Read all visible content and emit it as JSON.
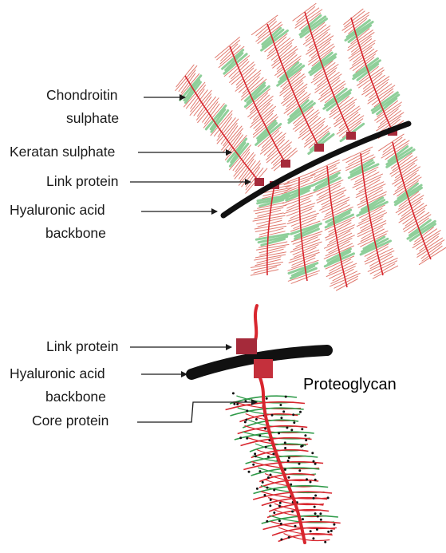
{
  "top_panel": {
    "labels": {
      "chondroitin_line1": "Chondroitin",
      "chondroitin_line2": "sulphate",
      "keratan": "Keratan sulphate",
      "link_protein": "Link protein",
      "hyaluronic_line1": "Hyaluronic acid",
      "hyaluronic_line2": "backbone"
    }
  },
  "bottom_panel": {
    "title": "Proteoglycan",
    "labels": {
      "link_protein": "Link protein",
      "hyaluronic_line1": "Hyaluronic acid",
      "hyaluronic_line2": "backbone",
      "core_protein": "Core protein"
    }
  },
  "colors": {
    "chondroitin": "#e07b70",
    "keratan": "#8fcf9a",
    "core_protein": "#d8262e",
    "link_protein": "#a52a3a",
    "backbone": "#111111",
    "keratan_dark": "#2e9a48"
  }
}
